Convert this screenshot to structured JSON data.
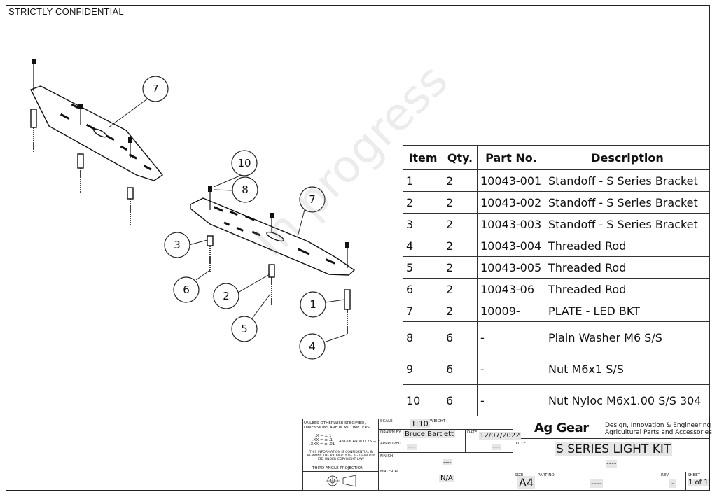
{
  "header": {
    "confidential": "STRICTLY CONFIDENTIAL"
  },
  "watermark": "In progress",
  "balloons": [
    "7",
    "10",
    "8",
    "7",
    "3",
    "6",
    "2",
    "5",
    "1",
    "4"
  ],
  "bom": {
    "headers": [
      "Item",
      "Qty.",
      "Part No.",
      "Description"
    ],
    "rows": [
      [
        "1",
        "2",
        "10043-001",
        "Standoff  - S Series Bracket"
      ],
      [
        "2",
        "2",
        "10043-002",
        "Standoff  - S Series Bracket"
      ],
      [
        "3",
        "2",
        "10043-003",
        "Standoff  - S Series Bracket"
      ],
      [
        "4",
        "2",
        "10043-004",
        "Threaded Rod"
      ],
      [
        "5",
        "2",
        "10043-005",
        "Threaded Rod"
      ],
      [
        "6",
        "2",
        "10043-06",
        "Threaded Rod"
      ],
      [
        "7",
        "2",
        "10009-",
        "PLATE - LED BKT"
      ],
      [
        "8",
        "6",
        "-",
        "Plain Washer M6 S/S"
      ],
      [
        "9",
        "6",
        "-",
        "Nut M6x1 S/S"
      ],
      [
        "10",
        "6",
        "-",
        "Nut Nyloc M6x1.00 S/S 304"
      ]
    ]
  },
  "title_block": {
    "tolerance_note": "UNLESS OTHERWISE SPECIFIED, DIMENSIONS ARE IN MILLIMETERS",
    "tol_x": ".X = ± 1",
    "tol_xx": ".XX = ± .1",
    "tol_xxx": ".XXX = ± .01",
    "angular": "ANGULAR = 0.25 + °",
    "confidential_note": "THIS INFORMATION IS CONFIDENTIAL & REMAINS THE PROPERTY OF AG GEAR PTY LTD UNDER COPYRIGHT LAW",
    "projection": "THIRD ANGLE PROJECTION",
    "scale_label": "SCALE",
    "scale": "1:10",
    "weight_label": "WEIGHT",
    "drawn_by_label": "DRAWN BY",
    "drawn_by": "Bruce Bartlett",
    "date_label": "DATE",
    "date": "12/07/2022",
    "approved_label": "APPROVED",
    "approved": "----",
    "approved_date": "----",
    "finish_label": "FINISH",
    "finish": "----",
    "material_label": "MATERIAL",
    "material": "N/A",
    "company": "Ag Gear",
    "tagline1": "Design, Innovation & Engineering",
    "tagline2": "Agricultural Parts and Accessories",
    "title_label": "TITLE",
    "title": "S SERIES LIGHT KIT",
    "subtitle": "----",
    "size_label": "SIZE",
    "size": "A4",
    "part_no_label": "PART NO.",
    "part_no": "----",
    "rev_label": "REV.",
    "rev": "-",
    "sheet_label": "SHEET",
    "sheet": "1 of 1"
  }
}
